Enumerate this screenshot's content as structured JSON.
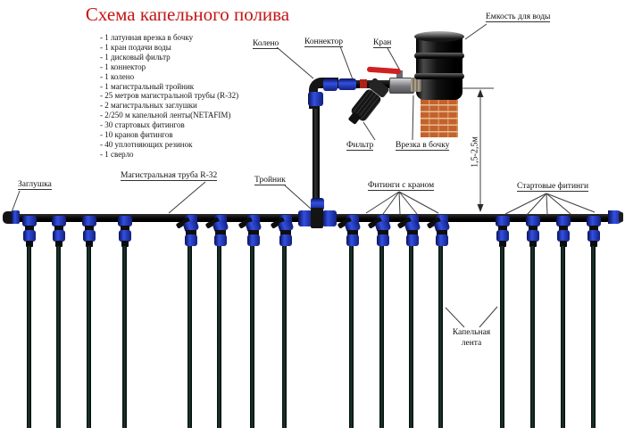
{
  "title": "Схема капельного полива",
  "components_list": [
    "- 1 латунная врезка в бочку",
    "- 1 кран подачи воды",
    "- 1 дисковый фильтр",
    "- 1 коннектор",
    "- 1 колено",
    "- 1 магистральный тройник",
    "- 25 метров магистральной трубы (R-32)",
    "- 2 магистральных заглушки",
    "- 2/250 м капельной ленты(NETAFIM)",
    "- 30 стартовых фитингов",
    "- 10 кранов фитингов",
    "- 40 уплотняющих резинок",
    "- 1 сверло"
  ],
  "labels": {
    "elbow": "Колено",
    "connector": "Коннектор",
    "tap": "Кран",
    "water_tank": "Емкость для воды",
    "filter": "Фильтр",
    "barrel_inlet": "Врезка в бочку",
    "plug": "Заглушка",
    "main_pipe": "Магистральная труба R-32",
    "tee": "Тройник",
    "valve_fittings": "Фитинги с краном",
    "starter_fittings": "Стартовые фитинги",
    "drip_tape_line1": "Капельная",
    "drip_tape_line2": "лента",
    "height_dimension": "1,5-2,5м"
  },
  "colors": {
    "title_red": "#c51515",
    "fitting_blue": "#2440cf",
    "brick_orange": "#c4622c",
    "tap_handle_red": "#d02020",
    "pipe_black": "#141414"
  },
  "diagram": {
    "starter_fittings_x": [
      33,
      66,
      100,
      140,
      563,
      597,
      631,
      665
    ],
    "valve_fittings_x": [
      213,
      246,
      283,
      319,
      394,
      428,
      461,
      494
    ]
  }
}
